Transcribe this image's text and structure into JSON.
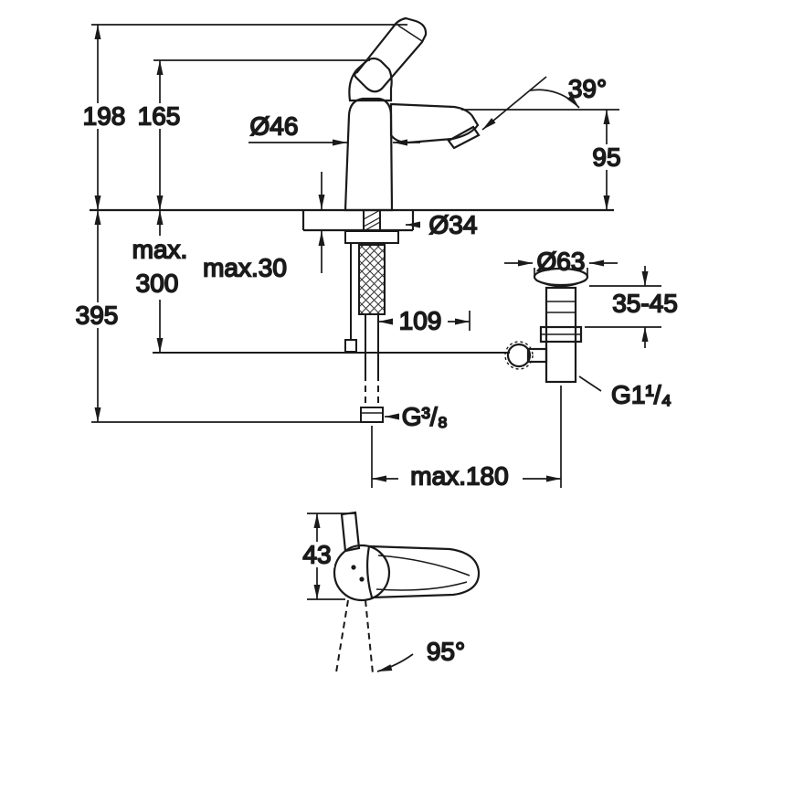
{
  "drawing": {
    "kind": "faucet installation dimension drawing",
    "colors": {
      "line": "#1a1a1a",
      "background": "#ffffff"
    }
  },
  "dims": {
    "total_height": "198",
    "handle_height": "165",
    "body_dia": "Ø46",
    "spout_angle": "39°",
    "spout_height": "95",
    "hole_dia": "Ø34",
    "deck_max": "max.30",
    "hose_max_1": "max.",
    "hose_max_2": "300",
    "under_height": "395",
    "projection": "109",
    "waste_dia": "Ø63",
    "waste_deck_range": "35-45",
    "supply_thread": "G³/₈",
    "waste_thread": "G1¹/₄",
    "waste_distance": "max.180",
    "handle_width": "43",
    "swivel_angle": "95°"
  }
}
